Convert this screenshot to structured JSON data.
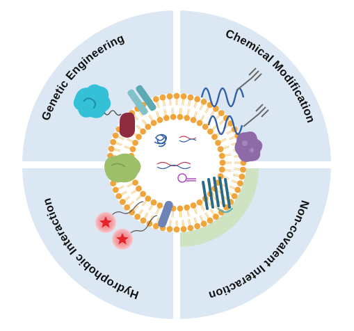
{
  "quadrants": {
    "top_left": {
      "label": "Genetic Engineering"
    },
    "top_right": {
      "label": "Chemical Modification"
    },
    "bottom_right": {
      "label": "Non-covalent Interaction"
    },
    "bottom_left": {
      "label": "Hydrophobic Interaction"
    }
  },
  "colors": {
    "quadrant_fill": "#dbe7f3",
    "non_covalent_highlight": "#cfe3bf",
    "lipid_head": "#f0a43c",
    "lipid_tail": "#f3cc86",
    "dna": "#c03c52",
    "rna_loop": "#b14fc7",
    "protein_coil": "#2d5fa8",
    "receptor_teal": "#4c8fa8",
    "purple_protein": "#8f6aa8",
    "green_protein": "#9dbf6a",
    "red_star": "#e3252b"
  },
  "icons": [
    "membrane-protein",
    "dna-strand",
    "rna-hairpin",
    "peg-linker",
    "fluorescent-star"
  ]
}
